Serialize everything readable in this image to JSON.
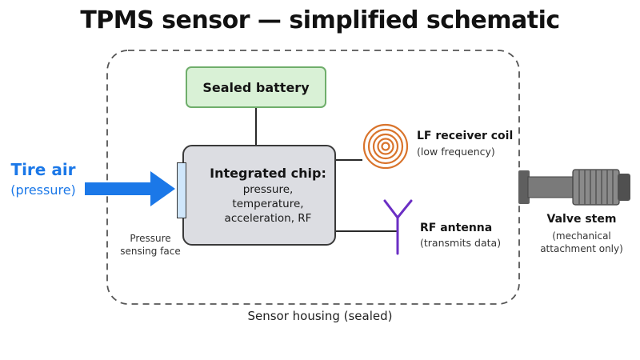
{
  "title": "TPMS sensor — simplified schematic",
  "battery": {
    "label": "Sealed battery"
  },
  "chip": {
    "title": "Integrated chip:",
    "lines": [
      "pressure,",
      "temperature,",
      "acceleration, RF"
    ]
  },
  "sensing_face": {
    "lines": [
      "Pressure",
      "sensing face"
    ]
  },
  "tire_air": {
    "title": "Tire air",
    "subtitle": "(pressure)"
  },
  "lf_coil": {
    "title": "LF receiver coil",
    "subtitle": "(low frequency)"
  },
  "rf_antenna": {
    "title": "RF antenna",
    "subtitle": "(transmits data)"
  },
  "valve_stem": {
    "title": "Valve stem",
    "subtitle_lines": [
      "(mechanical",
      "attachment only)"
    ]
  },
  "housing": {
    "label": "Sensor housing (sealed)"
  },
  "colors": {
    "tire_air": "#1b78e8",
    "battery_fill": "#d9f1d6",
    "battery_border": "#6fae6b",
    "chip_fill": "#dcdde2",
    "coil": "#d9742c",
    "antenna": "#6b2fc4",
    "valve": "#666666"
  }
}
